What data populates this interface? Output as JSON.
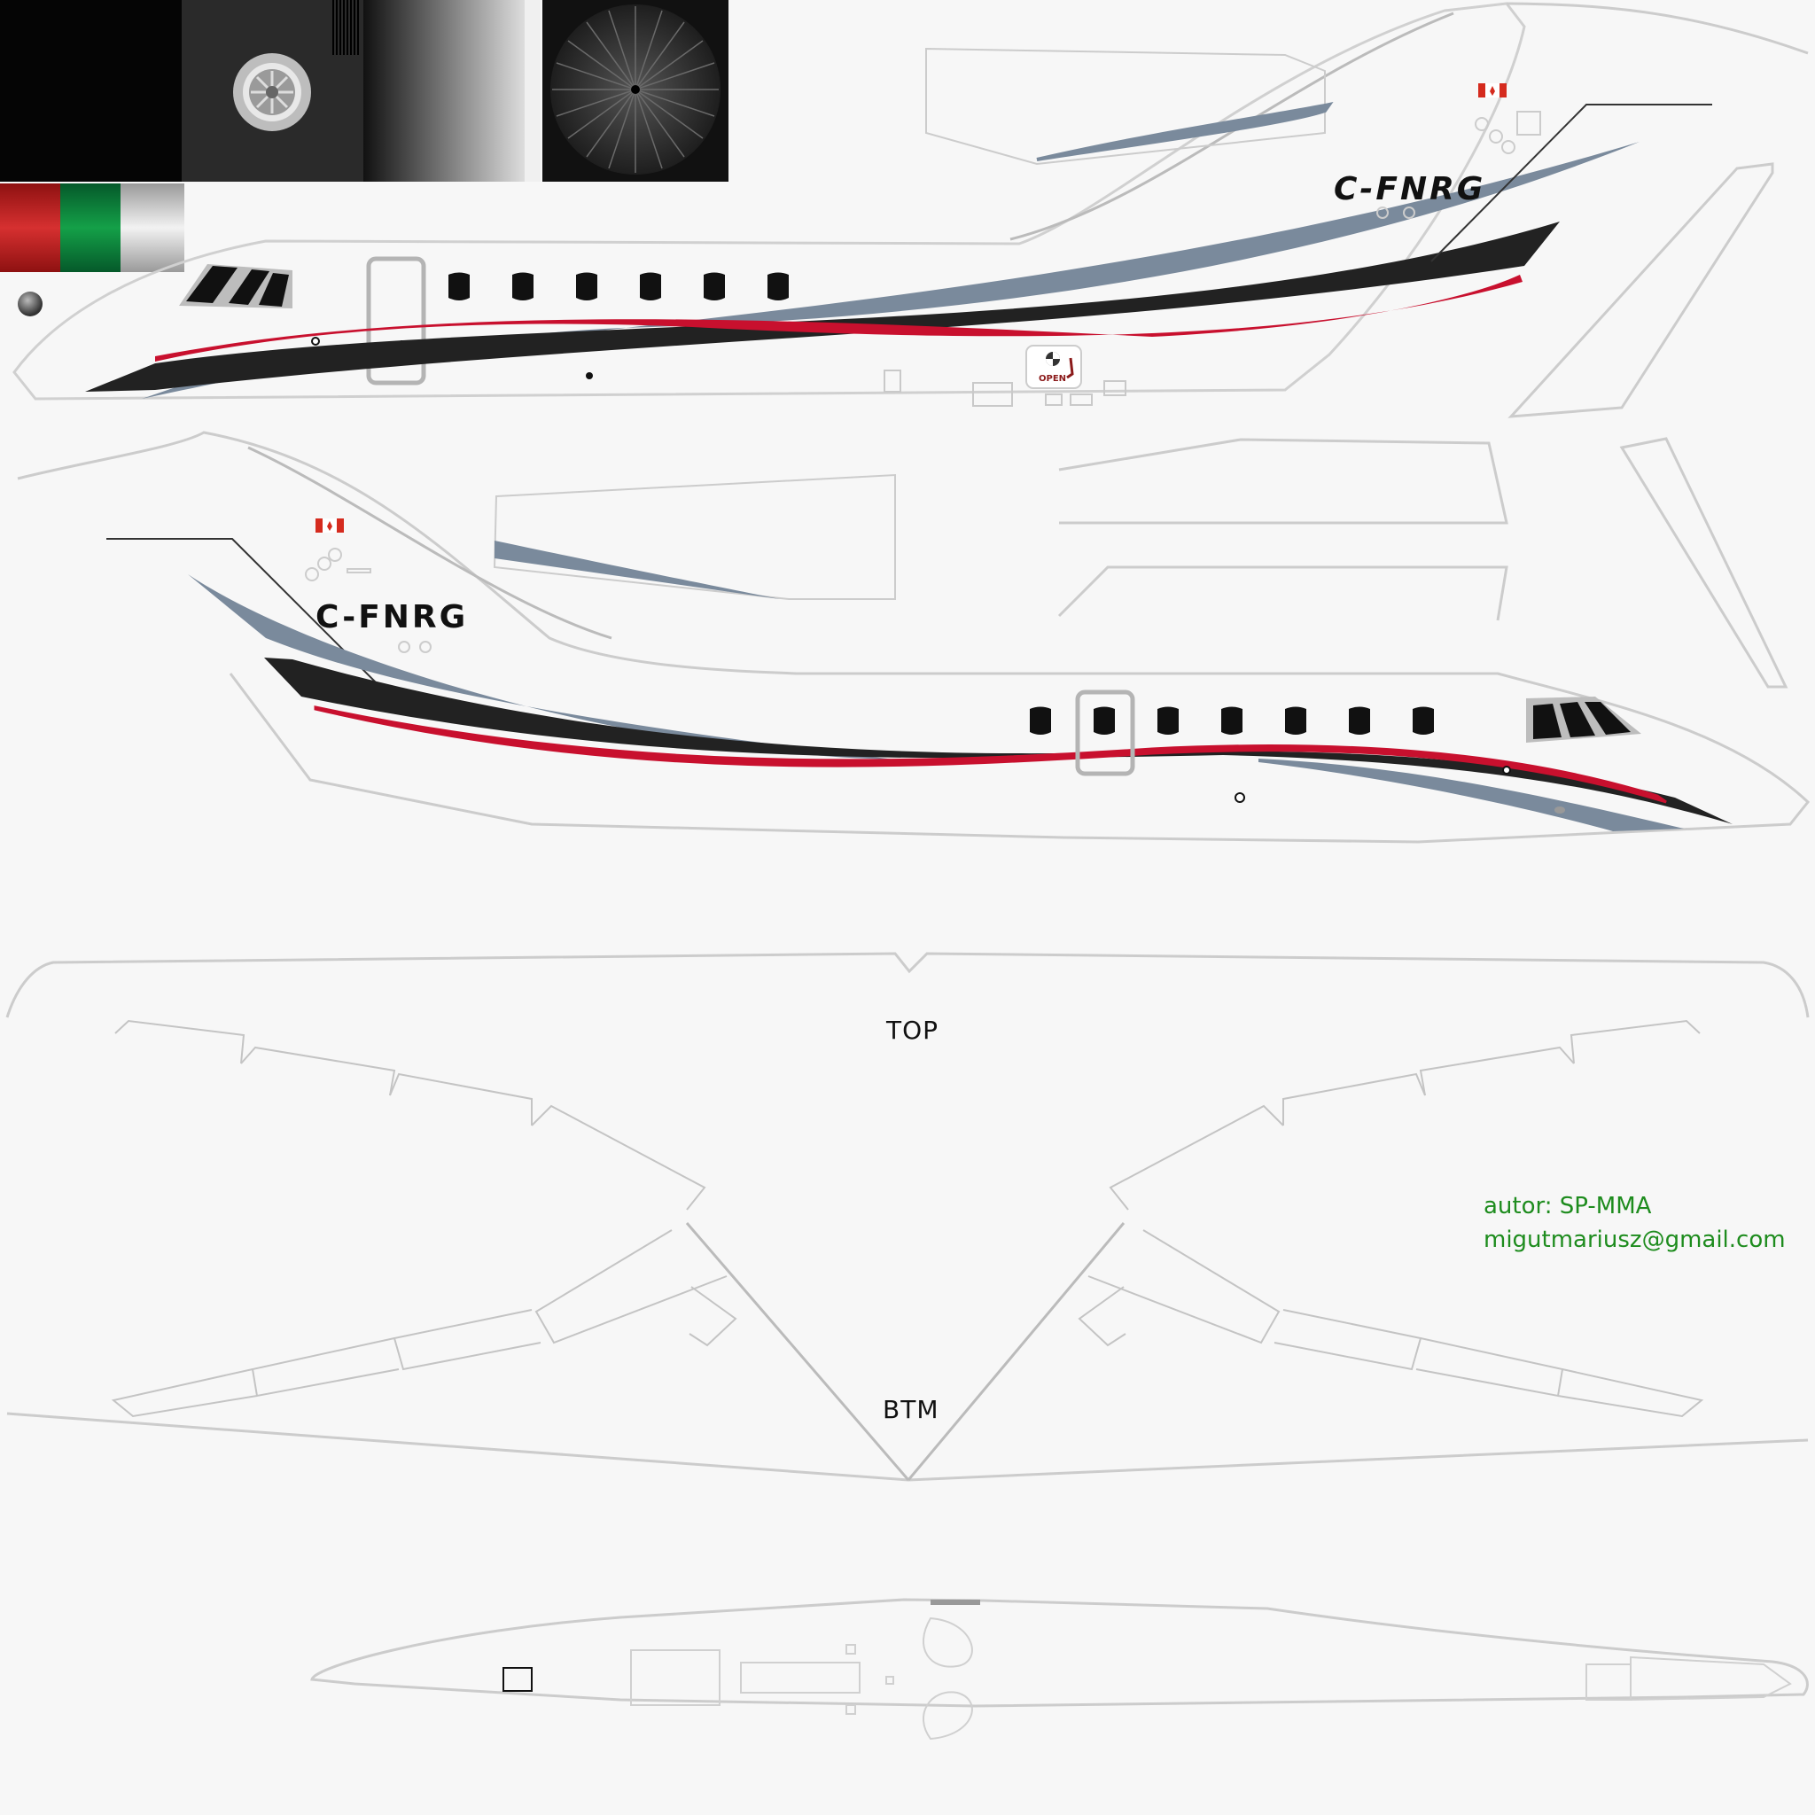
{
  "livery": {
    "registration_left": "C-FNRG",
    "registration_right": "C-FNRG",
    "door_label": "OPEN",
    "country_flag": "canada-flag"
  },
  "wing": {
    "top_label": "TOP",
    "bottom_label": "BTM"
  },
  "credit": {
    "author": "autor: SP-MMA",
    "email": "migutmariusz@gmail.com"
  },
  "colors": {
    "background": "#f7f7f7",
    "cheatline_red": "#c8102e",
    "cheatline_black": "#222222",
    "cheatline_grey": "#7a8a9c",
    "swatch_red": "#c62828",
    "swatch_green": "#0f8a3c",
    "swatch_white": "#d8d8d8",
    "credit_text": "#1e8c1e"
  }
}
